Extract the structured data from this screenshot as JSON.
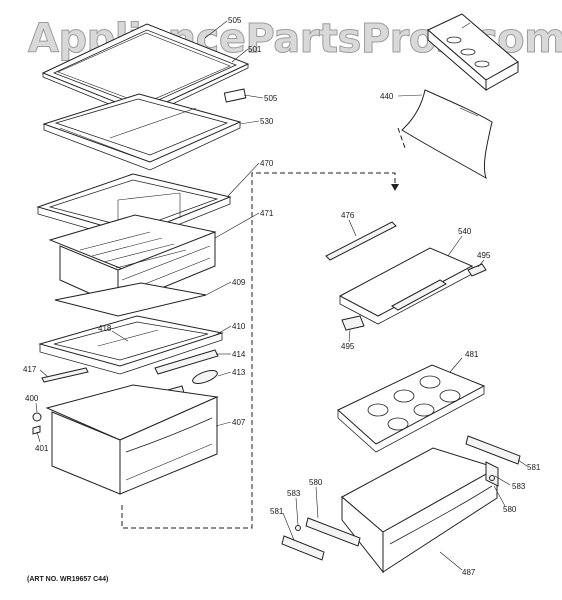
{
  "watermark": "AppliancePartsPros.com",
  "art_number": "(ART NO. WR19657 C44)",
  "callouts": {
    "c505a": "505",
    "c501": "501",
    "c505b": "505",
    "c530": "530",
    "c470": "470",
    "c471": "471",
    "c409": "409",
    "c410": "410",
    "c418": "418",
    "c414": "414",
    "c413": "413",
    "c417": "417",
    "c400": "400",
    "c401": "401",
    "c407": "407",
    "c440": "440",
    "c476": "476",
    "c540": "540",
    "c495a": "495",
    "c495b": "495",
    "c481": "481",
    "c581a": "581",
    "c583a": "583",
    "c580a": "580",
    "c583b": "583",
    "c580b": "580",
    "c581b": "581",
    "c487": "487"
  }
}
